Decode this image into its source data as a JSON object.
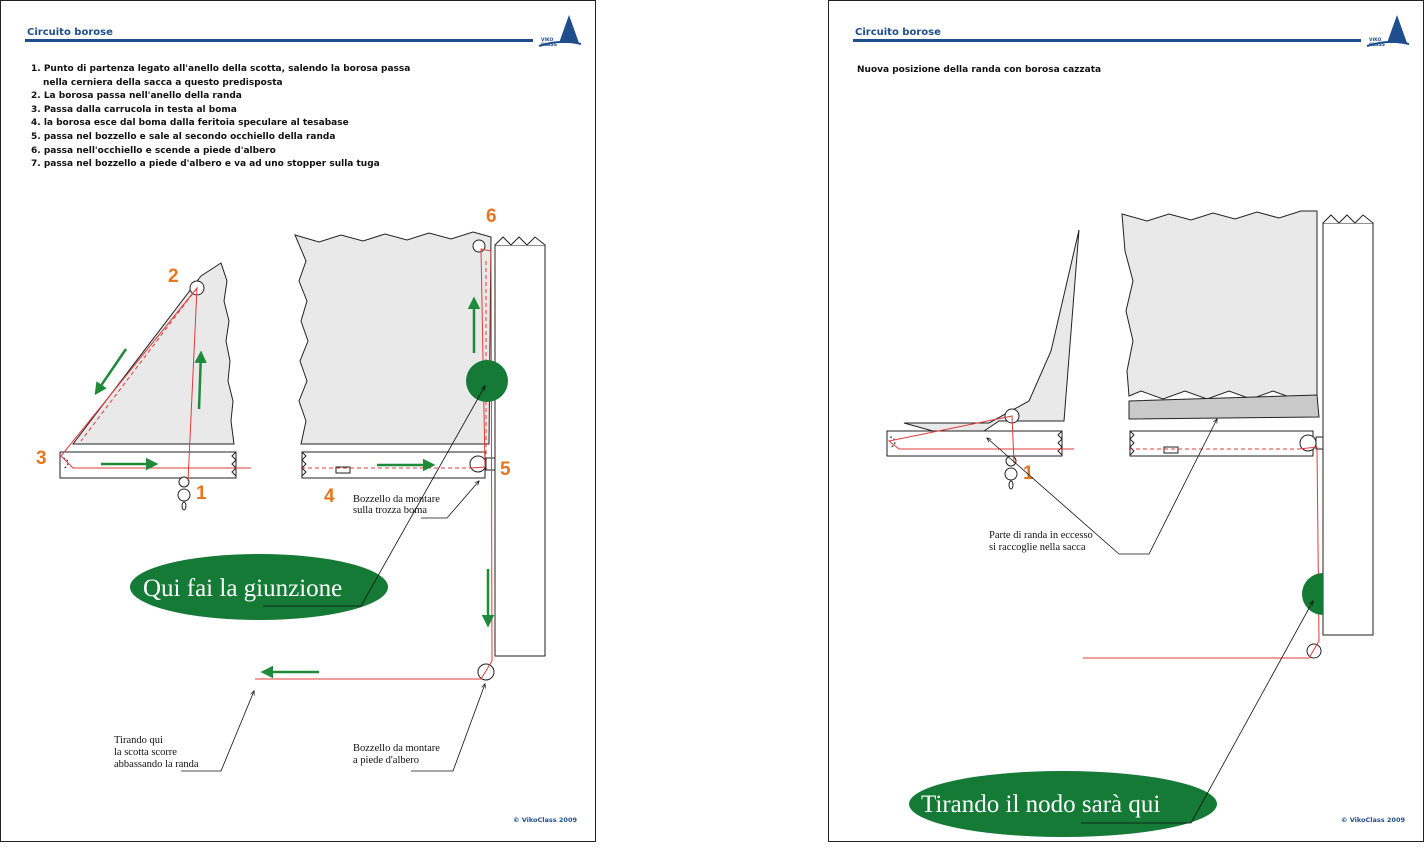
{
  "pages": [
    {
      "title": "Circuito borose",
      "logo_text": [
        "VIKO",
        "CLASS"
      ],
      "steps": [
        "1. Punto di partenza legato all'anello della scotta, salendo la borosa passa",
        "nella cerniera della sacca a questo predisposta",
        "2. La borosa passa nell'anello della randa",
        "3. Passa dalla carrucola in testa al boma",
        "4. la borosa esce dal boma dalla feritoia speculare al tesabase",
        "5. passa nel bozzello e sale al secondo occhiello della randa",
        "6. passa nell'occhiello e scende a piede d'albero",
        "7. passa nel bozzello a piede d'albero e va ad uno stopper sulla tuga"
      ],
      "labels": {
        "n1": "1",
        "n2": "2",
        "n3": "3",
        "n4": "4",
        "n5": "5",
        "n6": "6",
        "bozzello_trozza_1": "Bozzello da montare",
        "bozzello_trozza_2": "sulla trozza boma",
        "tirando_1": "Tirando qui",
        "tirando_2": "la scotta scorre",
        "tirando_3": "abbassando la randa",
        "bozzello_piede_1": "Bozzello da montare",
        "bozzello_piede_2": "a piede d'albero",
        "bubble": "Qui fai la giunzione"
      },
      "footer": "© VikoClass 2009"
    },
    {
      "title": "Circuito borose",
      "logo_text": [
        "VIKO",
        "CLASS"
      ],
      "note": "Nuova posizione della randa con borosa cazzata",
      "labels": {
        "n1": "1",
        "eccesso_1": "Parte di randa in eccesso",
        "eccesso_2": "si raccoglie nella sacca",
        "bubble": "Tirando il nodo sarà qui"
      },
      "footer": "© VikoClass 2009"
    }
  ],
  "colors": {
    "header_blue": "#1f4e8c",
    "sail_gray": "#e9e9e9",
    "line_red": "#e23b3b",
    "arrow_green": "#1f8a3a",
    "bubble_green": "#147a36",
    "number_orange": "#e8761e"
  }
}
